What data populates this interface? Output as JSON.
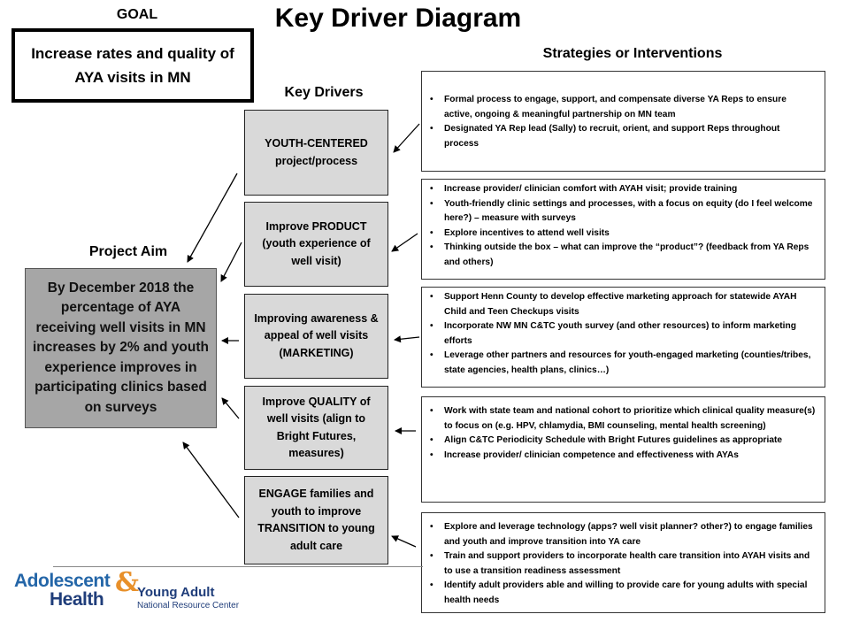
{
  "header": {
    "goal_label": "GOAL",
    "title": "Key Driver Diagram"
  },
  "goal": {
    "text": "Increase rates and quality of AYA visits in MN"
  },
  "labels": {
    "strategies": "Strategies or Interventions",
    "key_drivers": "Key Drivers",
    "project_aim": "Project Aim"
  },
  "aim": {
    "text": "By December 2018 the percentage of AYA receiving well visits in MN increases by 2% and youth experience improves in participating clinics based on surveys"
  },
  "drivers": [
    {
      "text": "YOUTH-CENTERED project/process"
    },
    {
      "text": "Improve PRODUCT (youth experience of well visit)"
    },
    {
      "text": "Improving awareness & appeal of well visits (MARKETING)"
    },
    {
      "text": "Improve QUALITY of well visits (align to Bright Futures, measures)"
    },
    {
      "text": "ENGAGE families and youth to improve TRANSITION to young adult care"
    }
  ],
  "strategies": [
    {
      "items": [
        "Formal process to engage, support, and compensate diverse YA Reps to ensure active, ongoing  & meaningful partnership on MN team",
        "Designated YA Rep lead (Sally) to recruit, orient, and support Reps throughout process"
      ]
    },
    {
      "items": [
        "Increase provider/ clinician comfort with AYAH visit; provide training",
        "Youth-friendly clinic settings and processes, with a focus on equity (do I feel welcome here?) – measure with surveys",
        "Explore incentives to attend well visits",
        "Thinking outside the box – what can improve the “product”? (feedback from YA Reps and others)"
      ]
    },
    {
      "items": [
        "Support Henn County to develop effective marketing approach for statewide AYAH Child and Teen Checkups visits",
        "Incorporate NW MN C&TC youth survey (and other resources) to inform marketing efforts",
        "Leverage other partners and resources for youth-engaged marketing (counties/tribes, state agencies, health plans, clinics…)"
      ]
    },
    {
      "items": [
        "Work with state team and national cohort to prioritize which clinical quality measure(s) to focus on (e.g. HPV, chlamydia, BMI counseling, mental health screening)",
        "Align C&TC Periodicity Schedule with Bright Futures guidelines as appropriate",
        "Increase provider/ clinician competence and effectiveness with AYAs"
      ]
    },
    {
      "items": [
        "Explore and leverage technology (apps? well visit planner? other?) to engage families and youth and improve transition into YA care",
        "Train and support providers to incorporate health care transition into AYAH visits and to use a transition readiness assessment",
        "Identify adult providers able and willing to provide care for young adults with special health needs"
      ]
    }
  ],
  "logo": {
    "line1": "Adolescent",
    "amp": "&",
    "line2": "Health",
    "line3": "Young Adult",
    "line4": "National Resource Center"
  }
}
